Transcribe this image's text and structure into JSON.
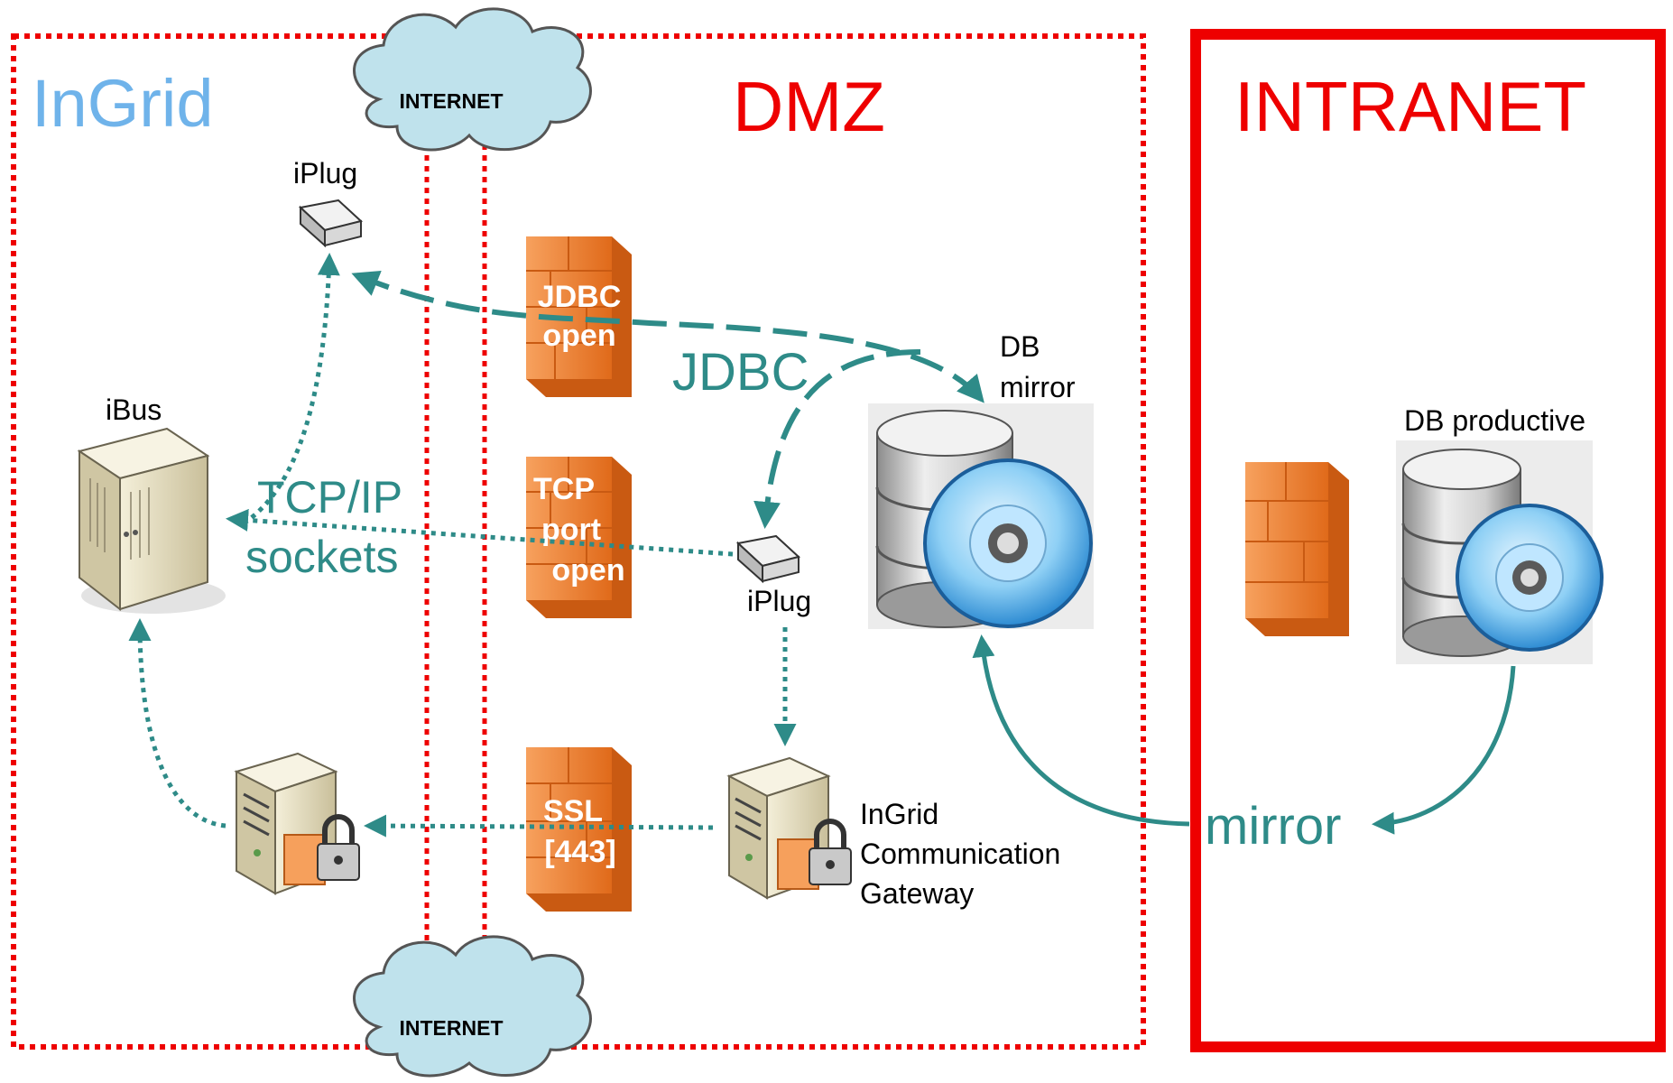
{
  "zones": {
    "ingrid_label": "InGrid",
    "dmz_label": "DMZ",
    "intranet_label": "INTRANET"
  },
  "clouds": {
    "top_label": "INTERNET",
    "bottom_label": "INTERNET"
  },
  "nodes": {
    "iplug_top_label": "iPlug",
    "ibus_label": "iBus",
    "iplug_mid_label": "iPlug",
    "db_mirror_label_line1": "DB",
    "db_mirror_label_line2": "mirror",
    "db_productive_label": "DB productive",
    "gateway_label_line1": "InGrid",
    "gateway_label_line2": "Communication",
    "gateway_label_line3": "Gateway"
  },
  "firewalls": {
    "jdbc_line1": "JDBC",
    "jdbc_line2": "open",
    "tcp_line1": "TCP",
    "tcp_line2": "port",
    "tcp_line3": "open",
    "ssl_line1": "SSL",
    "ssl_line2": "[443]"
  },
  "connections": {
    "jdbc_label": "JDBC",
    "tcp_label_line1": "TCP/IP",
    "tcp_label_line2": "sockets",
    "mirror_label": "mirror"
  },
  "colors": {
    "zone_border": "#ee0000",
    "ingrid_text": "#6fb3ea",
    "dmz_text": "#ee0000",
    "connector": "#2e8b88",
    "firewall": "#f47d2a",
    "cloud": "#bfe2ec"
  }
}
